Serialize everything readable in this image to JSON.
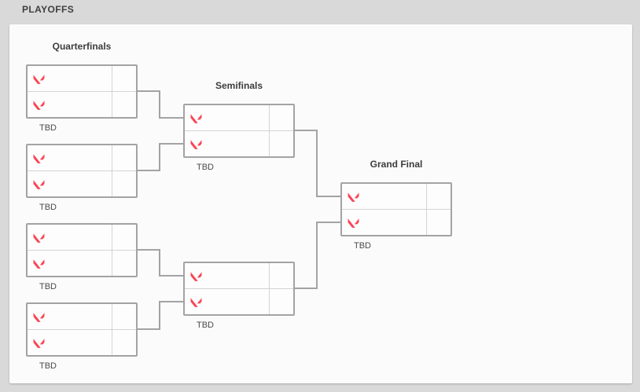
{
  "header": {
    "title": "PLAYOFFS"
  },
  "bracket": {
    "rounds": [
      {
        "label": "Quarterfinals",
        "matches": [
          {
            "footer": "TBD",
            "participants": [
              {
                "icon": "valorant-logo",
                "name": "",
                "score": ""
              },
              {
                "icon": "valorant-logo",
                "name": "",
                "score": ""
              }
            ]
          },
          {
            "footer": "TBD",
            "participants": [
              {
                "icon": "valorant-logo",
                "name": "",
                "score": ""
              },
              {
                "icon": "valorant-logo",
                "name": "",
                "score": ""
              }
            ]
          },
          {
            "footer": "TBD",
            "participants": [
              {
                "icon": "valorant-logo",
                "name": "",
                "score": ""
              },
              {
                "icon": "valorant-logo",
                "name": "",
                "score": ""
              }
            ]
          },
          {
            "footer": "TBD",
            "participants": [
              {
                "icon": "valorant-logo",
                "name": "",
                "score": ""
              },
              {
                "icon": "valorant-logo",
                "name": "",
                "score": ""
              }
            ]
          }
        ]
      },
      {
        "label": "Semifinals",
        "matches": [
          {
            "footer": "TBD",
            "participants": [
              {
                "icon": "valorant-logo",
                "name": "",
                "score": ""
              },
              {
                "icon": "valorant-logo",
                "name": "",
                "score": ""
              }
            ]
          },
          {
            "footer": "TBD",
            "participants": [
              {
                "icon": "valorant-logo",
                "name": "",
                "score": ""
              },
              {
                "icon": "valorant-logo",
                "name": "",
                "score": ""
              }
            ]
          }
        ]
      },
      {
        "label": "Grand Final",
        "matches": [
          {
            "footer": "TBD",
            "participants": [
              {
                "icon": "valorant-logo",
                "name": "",
                "score": ""
              },
              {
                "icon": "valorant-logo",
                "name": "",
                "score": ""
              }
            ]
          }
        ]
      }
    ]
  },
  "colors": {
    "team_logo_red": "#fa4454",
    "connector_gray": "#a3a3a3",
    "page_background": "#d9d9da",
    "panel_background": "#fbfbfb"
  }
}
